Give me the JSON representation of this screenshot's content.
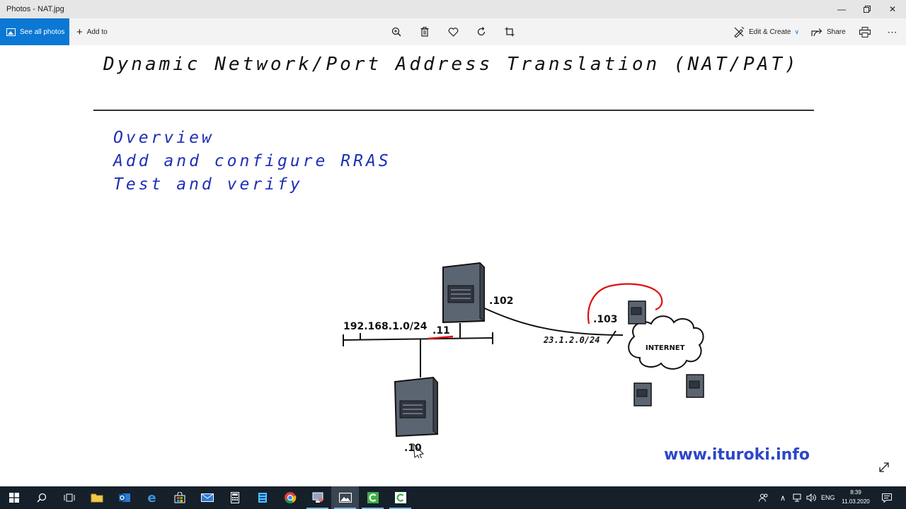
{
  "window": {
    "title": "Photos - NAT.jpg"
  },
  "commandbar": {
    "see_all_photos": "See all photos",
    "add_to": "Add to",
    "edit_create": "Edit & Create",
    "share": "Share"
  },
  "slide": {
    "title": "Dynamic Network/Port Address Translation (NAT/PAT)",
    "agenda": [
      "Overview",
      "Add and configure RRAS",
      "Test and verify"
    ],
    "diagram": {
      "lan_network": "192.168.1.0/24",
      "router_lan_ip": ".11",
      "router_wan_ip": ".102",
      "client_ip": ".10",
      "wan_network": "23.1.2.0/24",
      "internet_host_ip": ".103",
      "cloud_label": "INTERNET"
    },
    "watermark": "www.ituroki.info"
  },
  "taskbar": {
    "language": "ENG",
    "time": "8:39",
    "date": "11.03.2020"
  },
  "colors": {
    "accent": "#0a78d4",
    "handwriting_blue": "#1f2fb5",
    "annotation_red": "#e01010",
    "taskbar": "#16202b"
  }
}
